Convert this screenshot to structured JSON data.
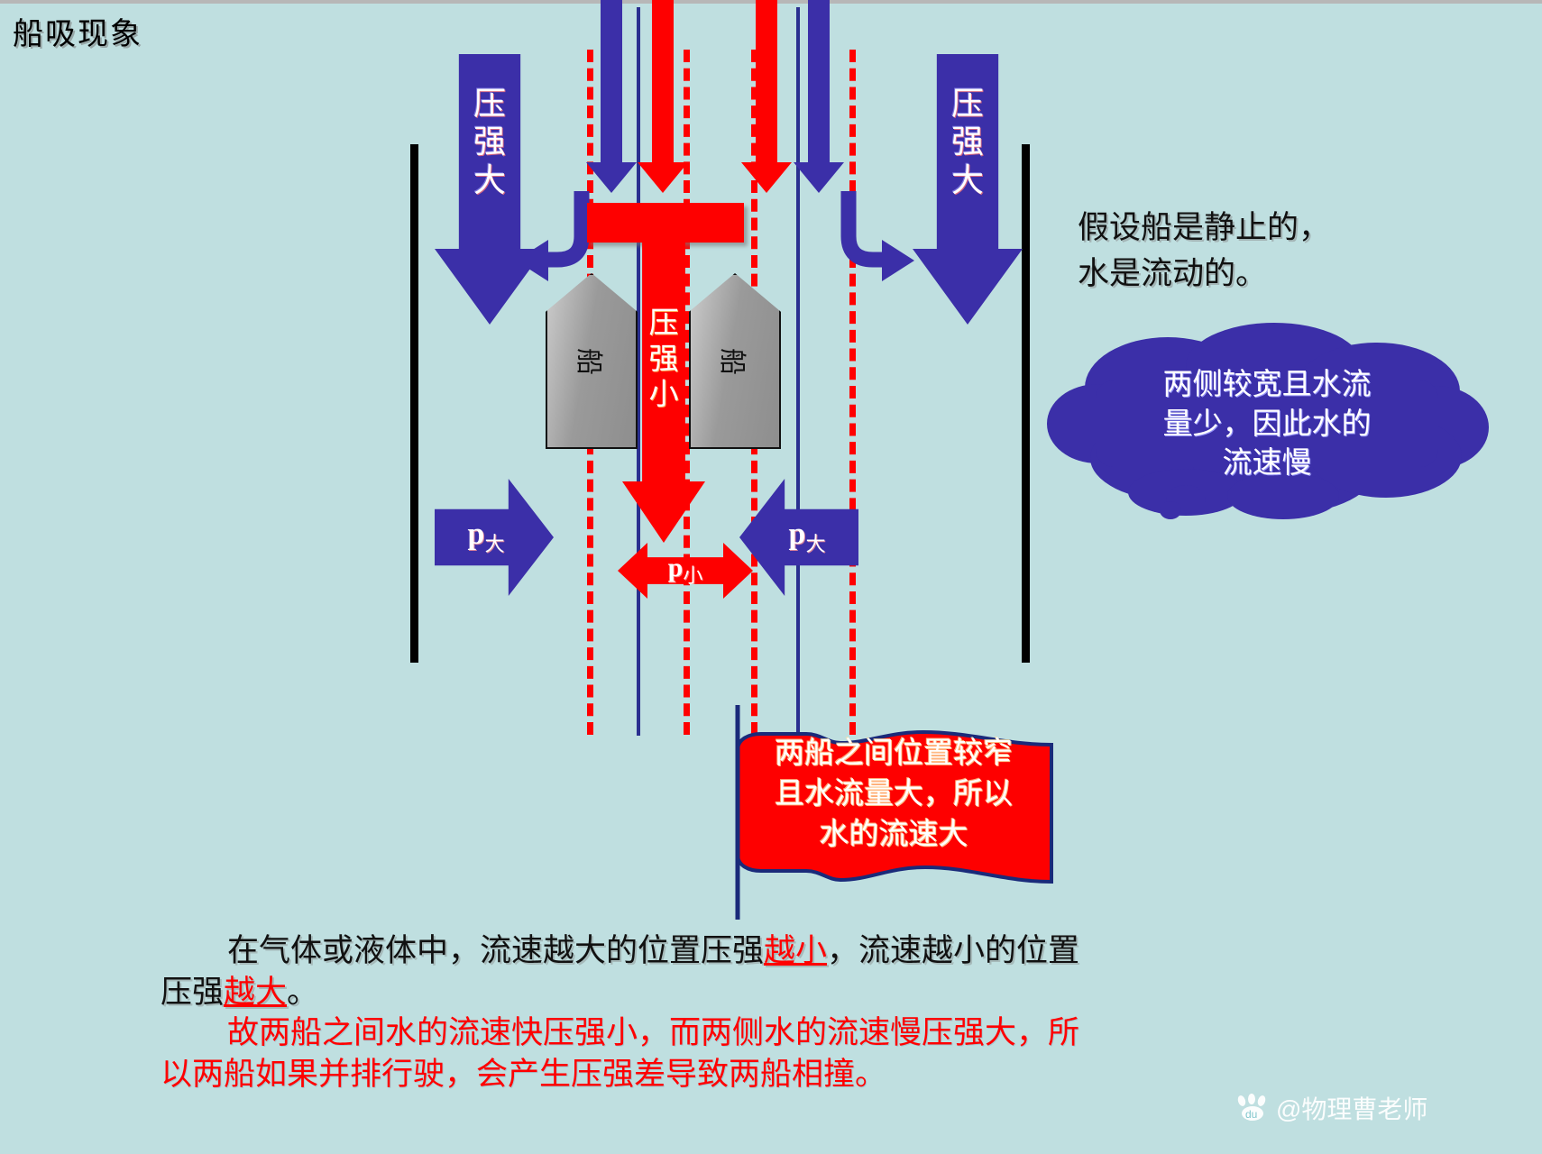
{
  "title": "船吸现象",
  "diagram": {
    "pressure_labels": {
      "left_big": [
        "压",
        "强",
        "大"
      ],
      "right_big": [
        "压",
        "强",
        "大"
      ],
      "center_red": [
        "压",
        "强",
        "小"
      ]
    },
    "ships": [
      {
        "label": "船"
      },
      {
        "label": "船"
      }
    ],
    "side_arrows": {
      "left": {
        "symbol": "p",
        "subscript": "大"
      },
      "right": {
        "symbol": "p",
        "subscript": "大"
      },
      "center": {
        "symbol": "p",
        "subscript": "小"
      }
    }
  },
  "note": {
    "line1": "假设船是静止的，",
    "line2": "水是流动的。"
  },
  "cloud": {
    "line1": "两侧较宽且水流",
    "line2": "量少，因此水的",
    "line3": "流速慢"
  },
  "flag": {
    "line1": "两船之间位置较窄",
    "line2": "且水流量大，所以",
    "line3": "水的流速大"
  },
  "conclusion": {
    "p1_a": "在气体或液体中，流速越大的位置压强",
    "p1_hl1": "越小",
    "p1_b": "，流速越小的位置",
    "p1_c": "压强",
    "p1_hl2": "越大",
    "p1_d": "。",
    "p2_line1": "故两船之间水的流速快压强小，而两侧水的流速慢压强大，所",
    "p2_line2": "以两船如果并排行驶，会产生压强差导致两船相撞。"
  },
  "watermark": {
    "handle": "@物理曹老师",
    "logo_text": "du"
  },
  "colors": {
    "background": "#bfdfe0",
    "blue": "#3b2fa8",
    "red": "#fe0000",
    "ship_gray": "#9a9a9a",
    "wall_black": "#000000"
  }
}
